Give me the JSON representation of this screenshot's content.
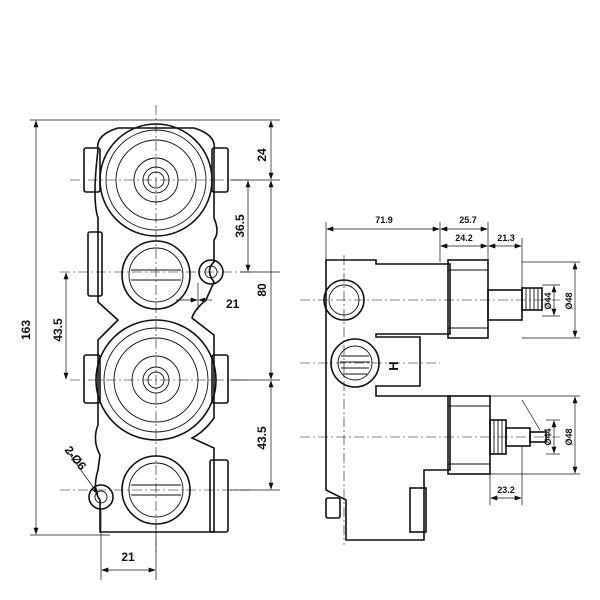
{
  "front_view": {
    "dims": {
      "overall_height": "163",
      "top_offset": "24",
      "mid_offset": "36.5",
      "spacing_80": "80",
      "spacing_upper": "43.5",
      "spacing_lower": "43.5",
      "small_offset": "21",
      "bottom_offset": "21",
      "holes": "2-Ø6"
    }
  },
  "side_view": {
    "dims": {
      "body_depth": "71.9",
      "top_cartridge": "25.7",
      "seg_24_2": "24.2",
      "seg_21_3": "21.3",
      "top_dia_small": "Ø44",
      "top_dia_large": "Ø48",
      "bottom_dia_small": "Ø44",
      "bottom_dia_large": "Ø48",
      "bottom_offset": "23.2"
    },
    "marking": "H"
  }
}
